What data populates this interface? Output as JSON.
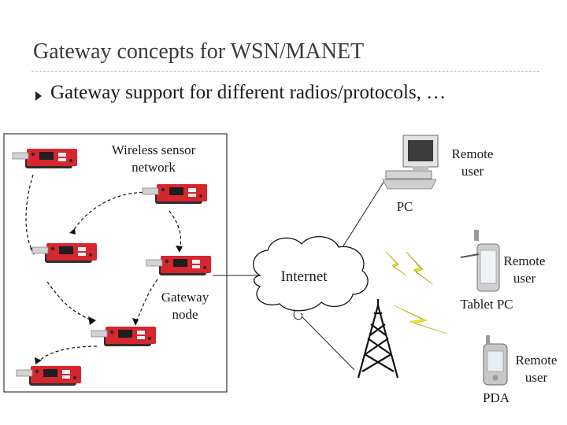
{
  "slide": {
    "title": "Gateway concepts for WSN/MANET",
    "bullet": "Gateway support for different radios/protocols, …"
  },
  "labels": {
    "wsn_line1": "Wireless sensor",
    "wsn_line2": "network",
    "gateway_line1": "Gateway",
    "gateway_line2": "node",
    "internet": "Internet",
    "pc": "PC",
    "remote_user_pc_line1": "Remote",
    "remote_user_pc_line2": "user",
    "remote_user_tablet_line1": "Remote",
    "remote_user_tablet_line2": "user",
    "tablet": "Tablet PC",
    "remote_user_pda_line1": "Remote",
    "remote_user_pda_line2": "user",
    "pda": "PDA"
  },
  "icons": [
    "sensor-node-icon",
    "computer-icon",
    "tablet-icon",
    "pda-icon",
    "cell-tower-icon",
    "lightning-icon",
    "cloud-icon"
  ],
  "colors": {
    "sensor_board": "#d6262e",
    "lightning": "#f3ee18",
    "text": "#1a1a1a"
  }
}
